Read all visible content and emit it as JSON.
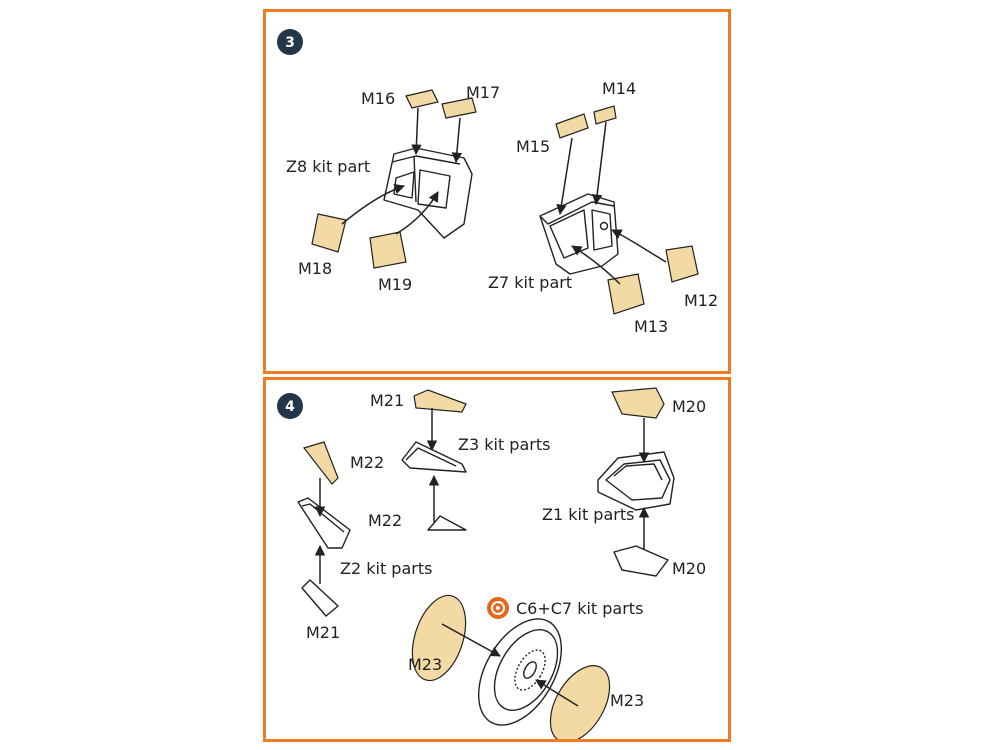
{
  "panels": [
    {
      "step": "3",
      "labels": {
        "m16": "M16",
        "m17": "M17",
        "z8": "Z8 kit part",
        "m18": "M18",
        "m19": "M19",
        "m14": "M14",
        "m15": "M15",
        "z7": "Z7 kit part",
        "m12": "M12",
        "m13": "M13"
      }
    },
    {
      "step": "4",
      "labels": {
        "m21_top": "M21",
        "z3": "Z3 kit parts",
        "m22_mid": "M22",
        "m22_left": "M22",
        "z2": "Z2 kit parts",
        "m21_bottom": "M21",
        "m20_top": "M20",
        "z1": "Z1 kit parts",
        "m20_bottom": "M20",
        "c6c7": "C6+C7 kit parts",
        "m23_left": "M23",
        "m23_right": "M23"
      }
    }
  ],
  "colors": {
    "frame": "#f07b21",
    "badge": "#24364a",
    "part_fill": "#f3d9a4",
    "ref_icon": "#e8641e"
  }
}
